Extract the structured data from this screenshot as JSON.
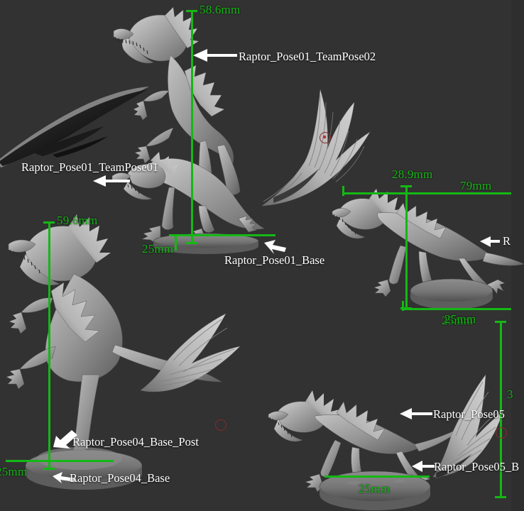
{
  "scene": {
    "background_color": "#323232",
    "measurement_color": "#14b814",
    "annotation_color": "#ffffff",
    "pivot_marker_color": "#8c2a2a",
    "model_color": "#9a9a9a"
  },
  "measurements": [
    {
      "id": "pose01-height",
      "label": "58.6mm"
    },
    {
      "id": "pose01-base-width",
      "label": "25mm"
    },
    {
      "id": "pose04-height",
      "label": "59.6mm"
    },
    {
      "id": "pose04-base-width",
      "label": "25mm"
    },
    {
      "id": "pose0x-head-height",
      "label": "28.9mm"
    },
    {
      "id": "pose0x-length",
      "label": "79mm"
    },
    {
      "id": "pose0x-base-width",
      "label": "25mm"
    },
    {
      "id": "pose05-top",
      "label": "25mm"
    },
    {
      "id": "pose05-base-width",
      "label": "25mm"
    },
    {
      "id": "pose05-right-clip",
      "label": "3"
    }
  ],
  "annotations": [
    {
      "id": "a1",
      "label": "Raptor_Pose01_TeamPose02"
    },
    {
      "id": "a2",
      "label": "Raptor_Pose01_TeamPose01"
    },
    {
      "id": "a3",
      "label": "Raptor_Pose01_Base"
    },
    {
      "id": "a4",
      "label": "Raptor_Pose04_Base_Post"
    },
    {
      "id": "a5",
      "label": "Raptor_Pose04_Base"
    },
    {
      "id": "a6",
      "label": "Raptor_Pose05"
    },
    {
      "id": "a7",
      "label": "Raptor_Pose05_B"
    },
    {
      "id": "a8",
      "label": "R"
    }
  ]
}
